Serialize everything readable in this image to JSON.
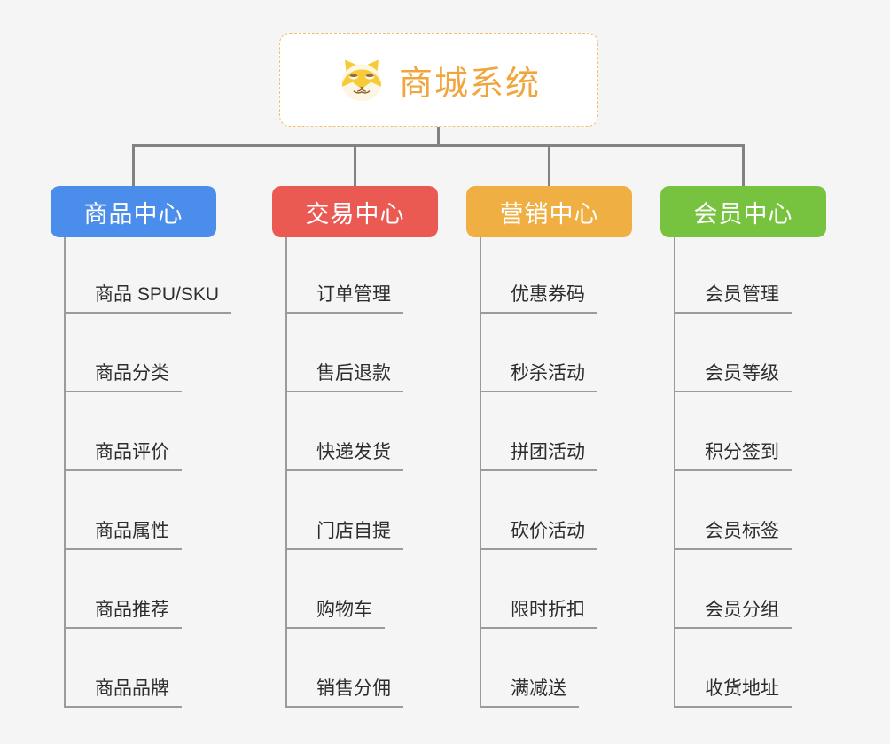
{
  "root": {
    "title": "商城系统",
    "icon": "shiba-dog-icon",
    "title_color": "#f0a63e"
  },
  "branches": [
    {
      "label": "商品中心",
      "color": "#4a8dea",
      "children": [
        "商品 SPU/SKU",
        "商品分类",
        "商品评价",
        "商品属性",
        "商品推荐",
        "商品品牌"
      ]
    },
    {
      "label": "交易中心",
      "color": "#ea5a53",
      "children": [
        "订单管理",
        "售后退款",
        "快递发货",
        "门店自提",
        "购物车",
        "销售分佣"
      ]
    },
    {
      "label": "营销中心",
      "color": "#efaf42",
      "children": [
        "优惠券码",
        "秒杀活动",
        "拼团活动",
        "砍价活动",
        "限时折扣",
        "满减送"
      ]
    },
    {
      "label": "会员中心",
      "color": "#77c33f",
      "children": [
        "会员管理",
        "会员等级",
        "积分签到",
        "会员标签",
        "会员分组",
        "收货地址"
      ]
    }
  ]
}
